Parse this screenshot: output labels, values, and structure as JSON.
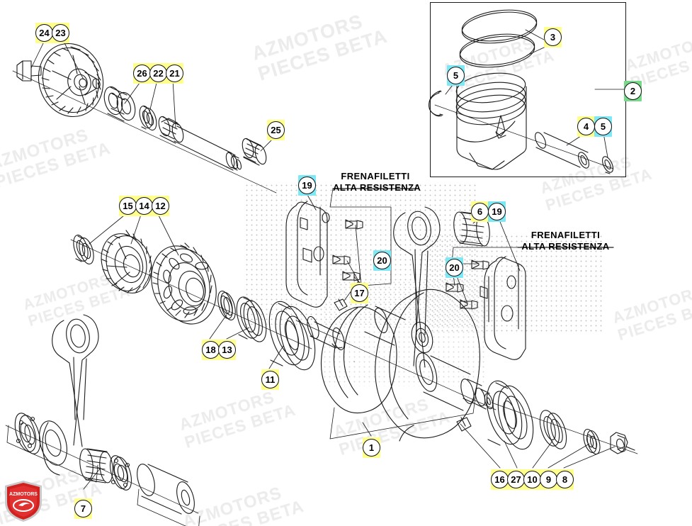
{
  "diagram": {
    "title": "BETA crankshaft / piston exploded parts diagram",
    "brand_logo_text": "AZMOTORS",
    "watermark_line1": "AZMOTORS",
    "watermark_line2": "PIECES BETA",
    "colors": {
      "highlight_yellow": "#ffff8c",
      "highlight_cyan": "#7ee8f5",
      "highlight_green": "#77d98a",
      "line": "#1a1a1a",
      "watermark": "#ececec",
      "shield_red": "#cc1f1f"
    }
  },
  "notes": [
    {
      "id": "note-left",
      "line1": "FRENAFILETTI",
      "line2": "ALTA RESISTENZA"
    },
    {
      "id": "note-right",
      "line1": "FRENAFILETTI",
      "line2": "ALTA RESISTENZA"
    }
  ],
  "callouts": [
    {
      "n": "24",
      "hl": "yellow"
    },
    {
      "n": "23",
      "hl": "yellow"
    },
    {
      "n": "26",
      "hl": "yellow"
    },
    {
      "n": "22",
      "hl": "yellow"
    },
    {
      "n": "21",
      "hl": "yellow"
    },
    {
      "n": "25",
      "hl": "yellow"
    },
    {
      "n": "3",
      "hl": "yellow"
    },
    {
      "n": "5",
      "hl": "cyan"
    },
    {
      "n": "2",
      "hl": "green"
    },
    {
      "n": "4",
      "hl": "yellow"
    },
    {
      "n": "15",
      "hl": "yellow"
    },
    {
      "n": "14",
      "hl": "yellow"
    },
    {
      "n": "12",
      "hl": "yellow"
    },
    {
      "n": "19",
      "hl": "cyan"
    },
    {
      "n": "20",
      "hl": "cyan"
    },
    {
      "n": "6",
      "hl": "yellow"
    },
    {
      "n": "17",
      "hl": "yellow"
    },
    {
      "n": "18",
      "hl": "yellow"
    },
    {
      "n": "13",
      "hl": "yellow"
    },
    {
      "n": "11",
      "hl": "yellow"
    },
    {
      "n": "1",
      "hl": "yellow"
    },
    {
      "n": "7",
      "hl": "yellow"
    },
    {
      "n": "16",
      "hl": "yellow"
    },
    {
      "n": "27",
      "hl": "yellow"
    },
    {
      "n": "10",
      "hl": "yellow"
    },
    {
      "n": "9",
      "hl": "yellow"
    },
    {
      "n": "8",
      "hl": "yellow"
    }
  ],
  "callout_groups": {
    "g_24_23": [
      "24",
      "23"
    ],
    "g_26_22_21": [
      "26",
      "22",
      "21"
    ],
    "g_25": [
      "25"
    ],
    "g_3": [
      "3"
    ],
    "g_5a": [
      "5"
    ],
    "g_4_5": [
      "4",
      "5"
    ],
    "g_2": [
      "2"
    ],
    "g_15_14_12": [
      "15",
      "14",
      "12"
    ],
    "g_19a": [
      "19"
    ],
    "g_20a": [
      "20"
    ],
    "g_6_19": [
      "6",
      "19"
    ],
    "g_20b": [
      "20"
    ],
    "g_17": [
      "17"
    ],
    "g_18_13": [
      "18",
      "13"
    ],
    "g_11": [
      "11"
    ],
    "g_1": [
      "1"
    ],
    "g_7": [
      "7"
    ],
    "g_16_27_10_9_8": [
      "16",
      "27",
      "10",
      "9",
      "8"
    ]
  }
}
